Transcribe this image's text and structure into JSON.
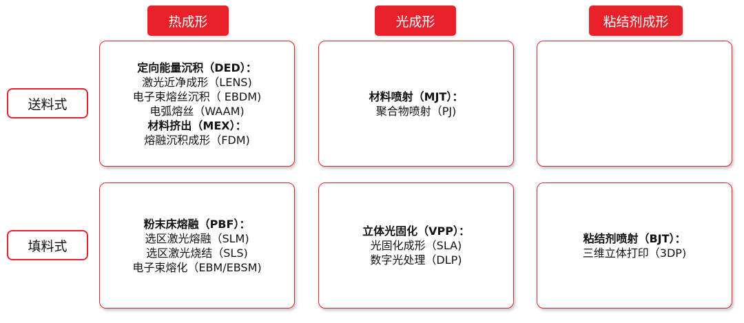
{
  "columns": [
    "热成形",
    "光成形",
    "粘结剂成形"
  ],
  "rows": [
    "送料式",
    "填料式"
  ],
  "cells": {
    "r0c0": [
      {
        "text": "定向能量沉积（DED）：",
        "bold": true
      },
      {
        "text": "激光近净成形（LENS)",
        "bold": false
      },
      {
        "text": "电子束熔丝沉积（ EBDM)",
        "bold": false
      },
      {
        "text": "电弧熔丝（WAAM)",
        "bold": false
      },
      {
        "text": "材料挤出（MEX）：",
        "bold": true
      },
      {
        "text": "熔融沉积成形（FDM)",
        "bold": false
      }
    ],
    "r0c1": [
      {
        "text": "材料喷射（MJT）：",
        "bold": true
      },
      {
        "text": "聚合物喷射（PJ)",
        "bold": false
      }
    ],
    "r0c2": [],
    "r1c0": [
      {
        "text": "粉末床熔融（PBF）：",
        "bold": true
      },
      {
        "text": "选区激光熔融（SLM)",
        "bold": false
      },
      {
        "text": "选区激光烧结（SLS)",
        "bold": false
      },
      {
        "text": "电子束熔化（EBM/EBSM)",
        "bold": false
      }
    ],
    "r1c1": [
      {
        "text": "立体光固化（VPP）：",
        "bold": true
      },
      {
        "text": "光固化成形（SLA)",
        "bold": false
      },
      {
        "text": "数字光处理（DLP)",
        "bold": false
      }
    ],
    "r1c2": [
      {
        "text": "粘结剂喷射（BJT）：",
        "bold": true
      },
      {
        "text": "三维立体打印（3DP)",
        "bold": false
      }
    ]
  }
}
